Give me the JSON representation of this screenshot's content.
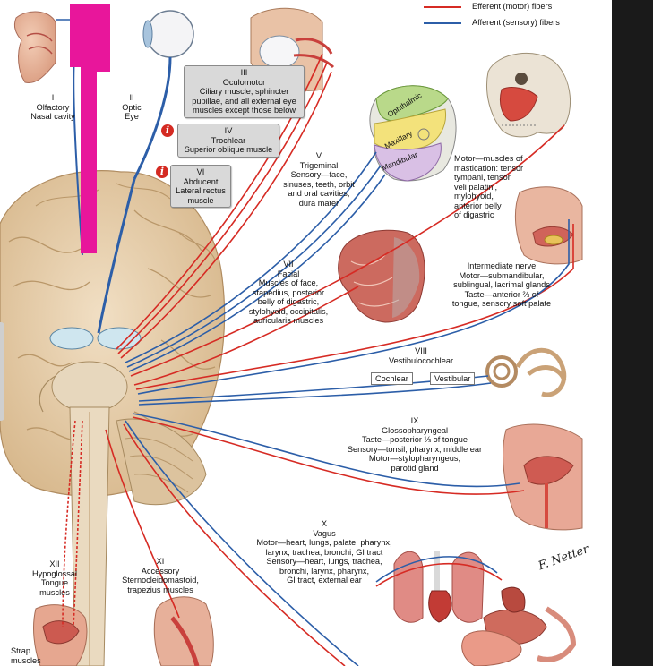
{
  "legend": {
    "efferent": "Efferent (motor) fibers",
    "afferent": "Afferent (sensory) fibers",
    "efferent_color": "#d62b24",
    "afferent_color": "#2c5ea8"
  },
  "colors": {
    "highlight": "#e8169b",
    "info_icon": "#d42a22",
    "label_box": "#d9d9d9",
    "brain": "#e9d3b2",
    "muscle": "#c9403c"
  },
  "nerves": {
    "olfactory": {
      "numeral": "I",
      "name": "Olfactory",
      "desc": "Nasal cavity"
    },
    "optic": {
      "numeral": "II",
      "name": "Optic",
      "desc": "Eye"
    },
    "oculomotor": {
      "numeral": "III",
      "name": "Oculomotor",
      "lines": [
        "Ciliary muscle, sphincter",
        "pupillae, and all external eye",
        "muscles except those below"
      ]
    },
    "trochlear": {
      "numeral": "IV",
      "name": "Trochlear",
      "desc": "Superior oblique muscle"
    },
    "abducent": {
      "numeral": "VI",
      "name": "Abducent",
      "lines": [
        "Lateral rectus",
        "muscle"
      ]
    },
    "trigeminal": {
      "numeral": "V",
      "name": "Trigeminal",
      "lines": [
        "Sensory—face,",
        "sinuses, teeth, orbit",
        "and oral cavities,",
        "dura mater"
      ],
      "zones": [
        "Ophthalmic",
        "Maxillary",
        "Mandibular"
      ],
      "motor_lines": [
        "Motor—muscles of",
        "mastication: tensor",
        "tympani, tensor",
        "veli palatini,",
        "mylohyoid,",
        "anterior belly",
        "of digastric"
      ]
    },
    "facial": {
      "numeral": "VII",
      "name": "Facial",
      "lines": [
        "Muscles of face,",
        "stapedius, posterior",
        "belly of digastric,",
        "stylohyoid, occipitalis,",
        "auricularis muscles"
      ],
      "intermediate_lines": [
        "Intermediate nerve",
        "Motor—submandibular,",
        "sublingual, lacrimal glands",
        "Taste—anterior ⅔ of",
        "tongue, sensory soft palate"
      ]
    },
    "vestibulocochlear": {
      "numeral": "VIII",
      "name": "Vestibulocochlear",
      "cochlear": "Cochlear",
      "vestibular": "Vestibular"
    },
    "glossopharyngeal": {
      "numeral": "IX",
      "name": "Glossopharyngeal",
      "lines": [
        "Taste—posterior ⅓ of tongue",
        "Sensory—tonsil, pharynx, middle ear",
        "Motor—stylopharyngeus,",
        "parotid gland"
      ]
    },
    "vagus": {
      "numeral": "X",
      "name": "Vagus",
      "lines": [
        "Motor—heart, lungs, palate, pharynx,",
        "larynx, trachea, bronchi, GI tract",
        "Sensory—heart, lungs, trachea,",
        "bronchi, larynx, pharynx,",
        "GI tract, external ear"
      ]
    },
    "accessory": {
      "numeral": "XI",
      "name": "Accessory",
      "lines": [
        "Sternocleidomastoid,",
        "trapezius muscles"
      ]
    },
    "hypoglossal": {
      "numeral": "XII",
      "name": "Hypoglossal",
      "lines": [
        "Tongue",
        "muscles"
      ]
    },
    "strap": {
      "lines": [
        "Strap",
        "muscles"
      ]
    }
  },
  "info_icon_glyph": "i",
  "signature": "F. Netter"
}
